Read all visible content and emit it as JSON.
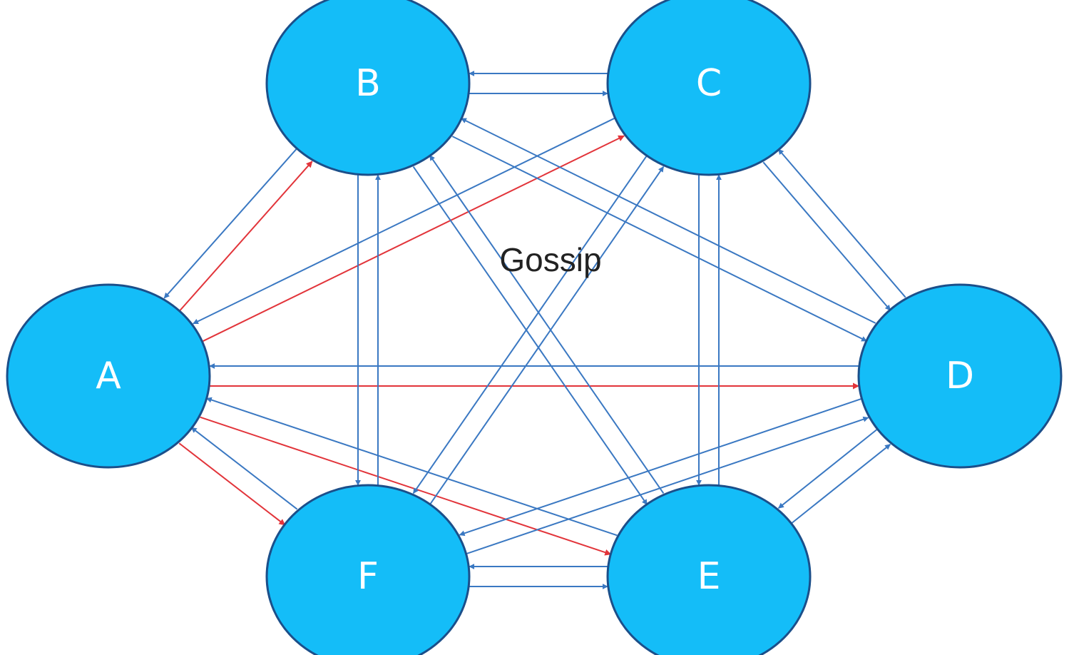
{
  "diagram": {
    "caption": "Gossip",
    "colors": {
      "node_fill": "#14bdf8",
      "node_stroke": "#1b4f8a",
      "edge_normal": "#3a78c2",
      "edge_highlight": "#e2343a"
    },
    "nodes": [
      {
        "id": "A",
        "label": "A"
      },
      {
        "id": "B",
        "label": "B"
      },
      {
        "id": "C",
        "label": "C"
      },
      {
        "id": "D",
        "label": "D"
      },
      {
        "id": "E",
        "label": "E"
      },
      {
        "id": "F",
        "label": "F"
      }
    ],
    "edges": [
      {
        "from": "A",
        "to": "B",
        "color": "red"
      },
      {
        "from": "A",
        "to": "C",
        "color": "red"
      },
      {
        "from": "A",
        "to": "D",
        "color": "red"
      },
      {
        "from": "A",
        "to": "E",
        "color": "red"
      },
      {
        "from": "A",
        "to": "F",
        "color": "red"
      },
      {
        "from": "B",
        "to": "A",
        "color": "blue"
      },
      {
        "from": "C",
        "to": "A",
        "color": "blue"
      },
      {
        "from": "D",
        "to": "A",
        "color": "blue"
      },
      {
        "from": "E",
        "to": "A",
        "color": "blue"
      },
      {
        "from": "F",
        "to": "A",
        "color": "blue"
      },
      {
        "from": "B",
        "to": "C",
        "color": "blue"
      },
      {
        "from": "C",
        "to": "B",
        "color": "blue"
      },
      {
        "from": "B",
        "to": "D",
        "color": "blue"
      },
      {
        "from": "D",
        "to": "B",
        "color": "blue"
      },
      {
        "from": "B",
        "to": "E",
        "color": "blue"
      },
      {
        "from": "E",
        "to": "B",
        "color": "blue"
      },
      {
        "from": "B",
        "to": "F",
        "color": "blue"
      },
      {
        "from": "F",
        "to": "B",
        "color": "blue"
      },
      {
        "from": "C",
        "to": "D",
        "color": "blue"
      },
      {
        "from": "D",
        "to": "C",
        "color": "blue"
      },
      {
        "from": "C",
        "to": "E",
        "color": "blue"
      },
      {
        "from": "E",
        "to": "C",
        "color": "blue"
      },
      {
        "from": "C",
        "to": "F",
        "color": "blue"
      },
      {
        "from": "F",
        "to": "C",
        "color": "blue"
      },
      {
        "from": "D",
        "to": "E",
        "color": "blue"
      },
      {
        "from": "E",
        "to": "D",
        "color": "blue"
      },
      {
        "from": "D",
        "to": "F",
        "color": "blue"
      },
      {
        "from": "F",
        "to": "D",
        "color": "blue"
      },
      {
        "from": "E",
        "to": "F",
        "color": "blue"
      },
      {
        "from": "F",
        "to": "E",
        "color": "blue"
      }
    ]
  }
}
